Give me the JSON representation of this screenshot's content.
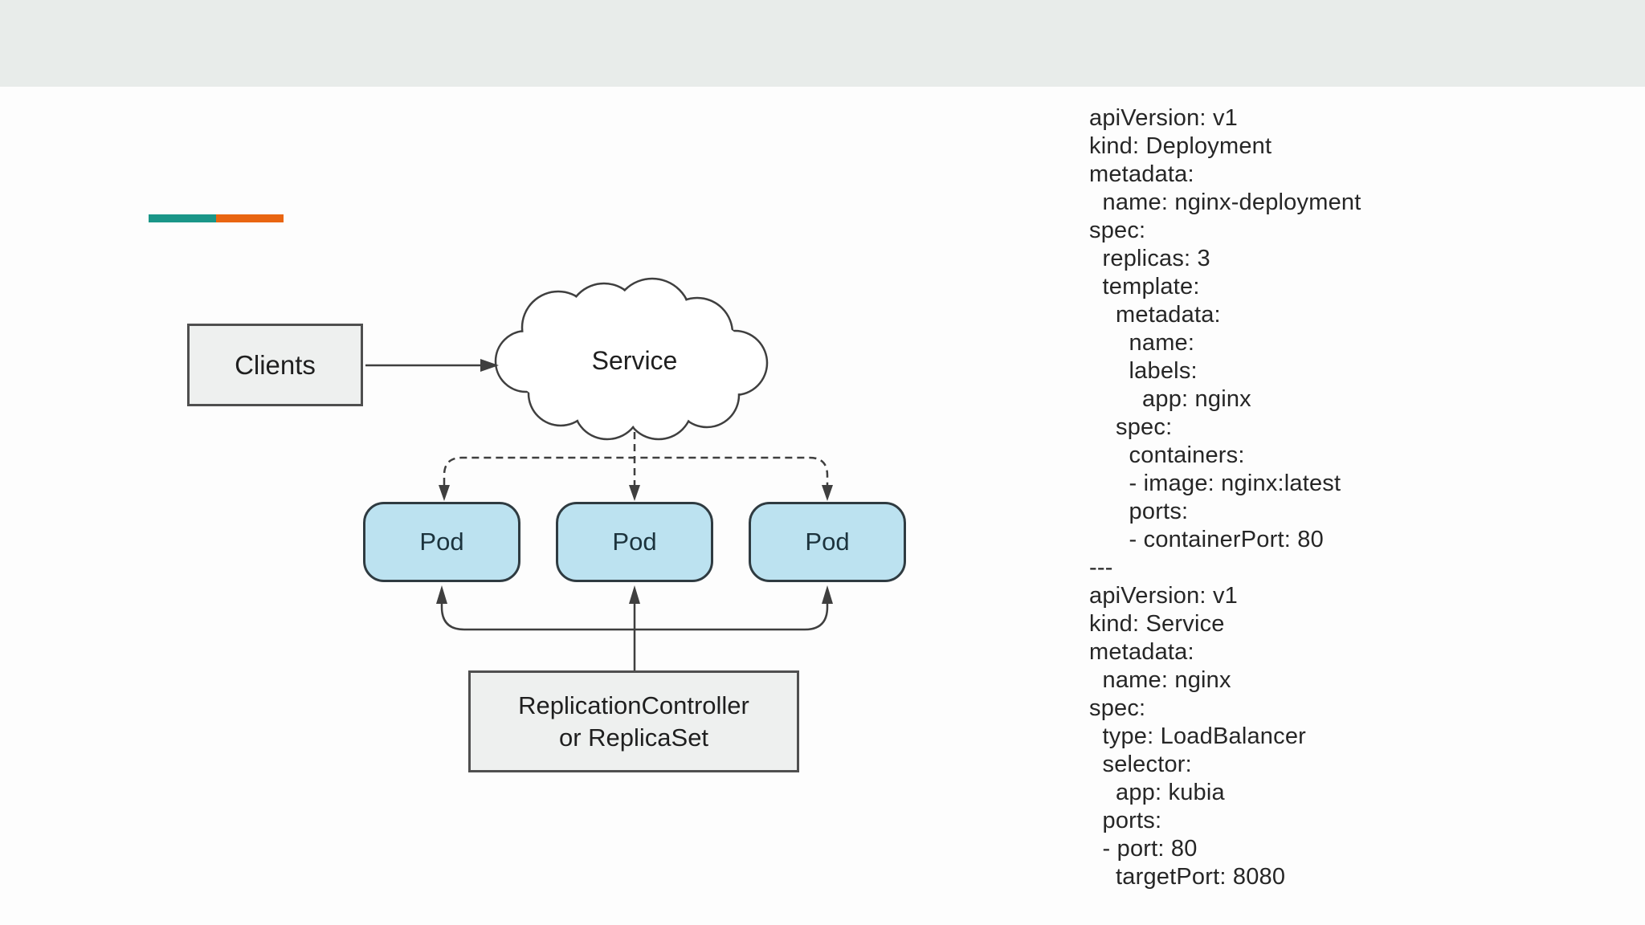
{
  "page": {
    "background_color": "#fdfdfd",
    "top_band_color": "#e8ecea"
  },
  "accent_bar": {
    "teal_color": "#1a9688",
    "orange_color": "#e96511"
  },
  "diagram": {
    "clients_label": "Clients",
    "service_label": "Service",
    "pods": [
      {
        "label": "Pod"
      },
      {
        "label": "Pod"
      },
      {
        "label": "Pod"
      }
    ],
    "controller_label_line1": "ReplicationController",
    "controller_label_line2": "or ReplicaSet",
    "colors": {
      "pod_fill": "#bce2f0",
      "pod_border": "#2f3b41",
      "box_fill": "#eef0ef",
      "box_border": "#4f4f4f",
      "line_color": "#3f3f3f"
    }
  },
  "yaml": {
    "content": "apiVersion: v1\nkind: Deployment\nmetadata:\n  name: nginx-deployment\nspec:\n  replicas: 3\n  template:\n    metadata:\n      name:\n      labels:\n        app: nginx\n    spec:\n      containers:\n      - image: nginx:latest\n      ports:\n      - containerPort: 80\n---\napiVersion: v1\nkind: Service\nmetadata:\n  name: nginx\nspec:\n  type: LoadBalancer\n  selector:\n    app: kubia\n  ports:\n  - port: 80\n    targetPort: 8080"
  }
}
